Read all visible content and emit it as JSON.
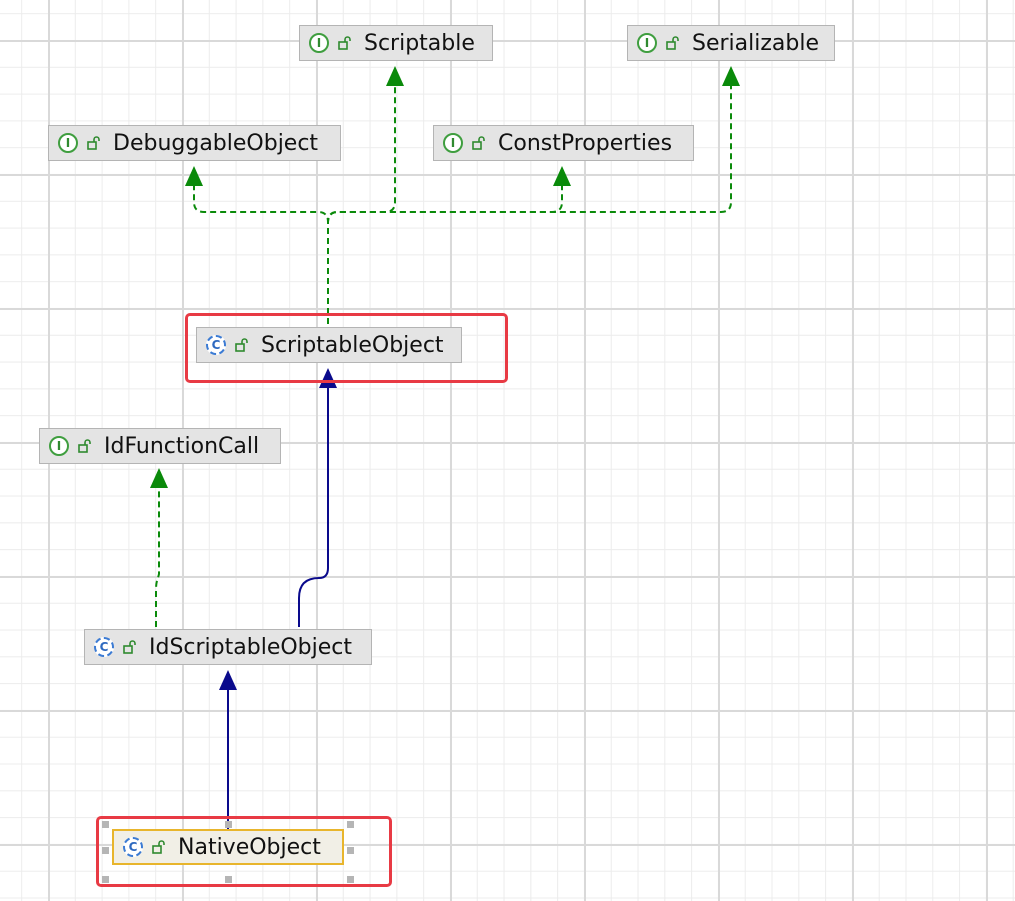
{
  "diagram": {
    "nodes": [
      {
        "id": "scriptable",
        "label": "Scriptable",
        "kind": "interface"
      },
      {
        "id": "serializable",
        "label": "Serializable",
        "kind": "interface"
      },
      {
        "id": "debuggable",
        "label": "DebuggableObject",
        "kind": "interface"
      },
      {
        "id": "constprops",
        "label": "ConstProperties",
        "kind": "interface"
      },
      {
        "id": "scriptableobject",
        "label": "ScriptableObject",
        "kind": "class"
      },
      {
        "id": "idfunctioncall",
        "label": "IdFunctionCall",
        "kind": "interface"
      },
      {
        "id": "idscriptableobject",
        "label": "IdScriptableObject",
        "kind": "class"
      },
      {
        "id": "nativeobject",
        "label": "NativeObject",
        "kind": "class",
        "selected": true
      }
    ],
    "edges": [
      {
        "from": "scriptableobject",
        "to": "debuggable",
        "relation": "implements"
      },
      {
        "from": "scriptableobject",
        "to": "scriptable",
        "relation": "implements"
      },
      {
        "from": "scriptableobject",
        "to": "constprops",
        "relation": "implements"
      },
      {
        "from": "scriptableobject",
        "to": "serializable",
        "relation": "implements"
      },
      {
        "from": "idscriptableobject",
        "to": "idfunctioncall",
        "relation": "implements"
      },
      {
        "from": "idscriptableobject",
        "to": "scriptableobject",
        "relation": "extends"
      },
      {
        "from": "nativeobject",
        "to": "idscriptableobject",
        "relation": "extends"
      }
    ],
    "highlighted": [
      "scriptableobject",
      "nativeobject"
    ],
    "badges": {
      "interface": "I",
      "class": "C"
    },
    "colors": {
      "implements_edge": "#0a8a0a",
      "extends_edge": "#0a0a8c",
      "highlight_border": "#e83a44",
      "selected_border": "#e8b52c",
      "node_fill": "#e4e4e4"
    },
    "icons": {
      "visibility": "unlock-icon"
    }
  }
}
